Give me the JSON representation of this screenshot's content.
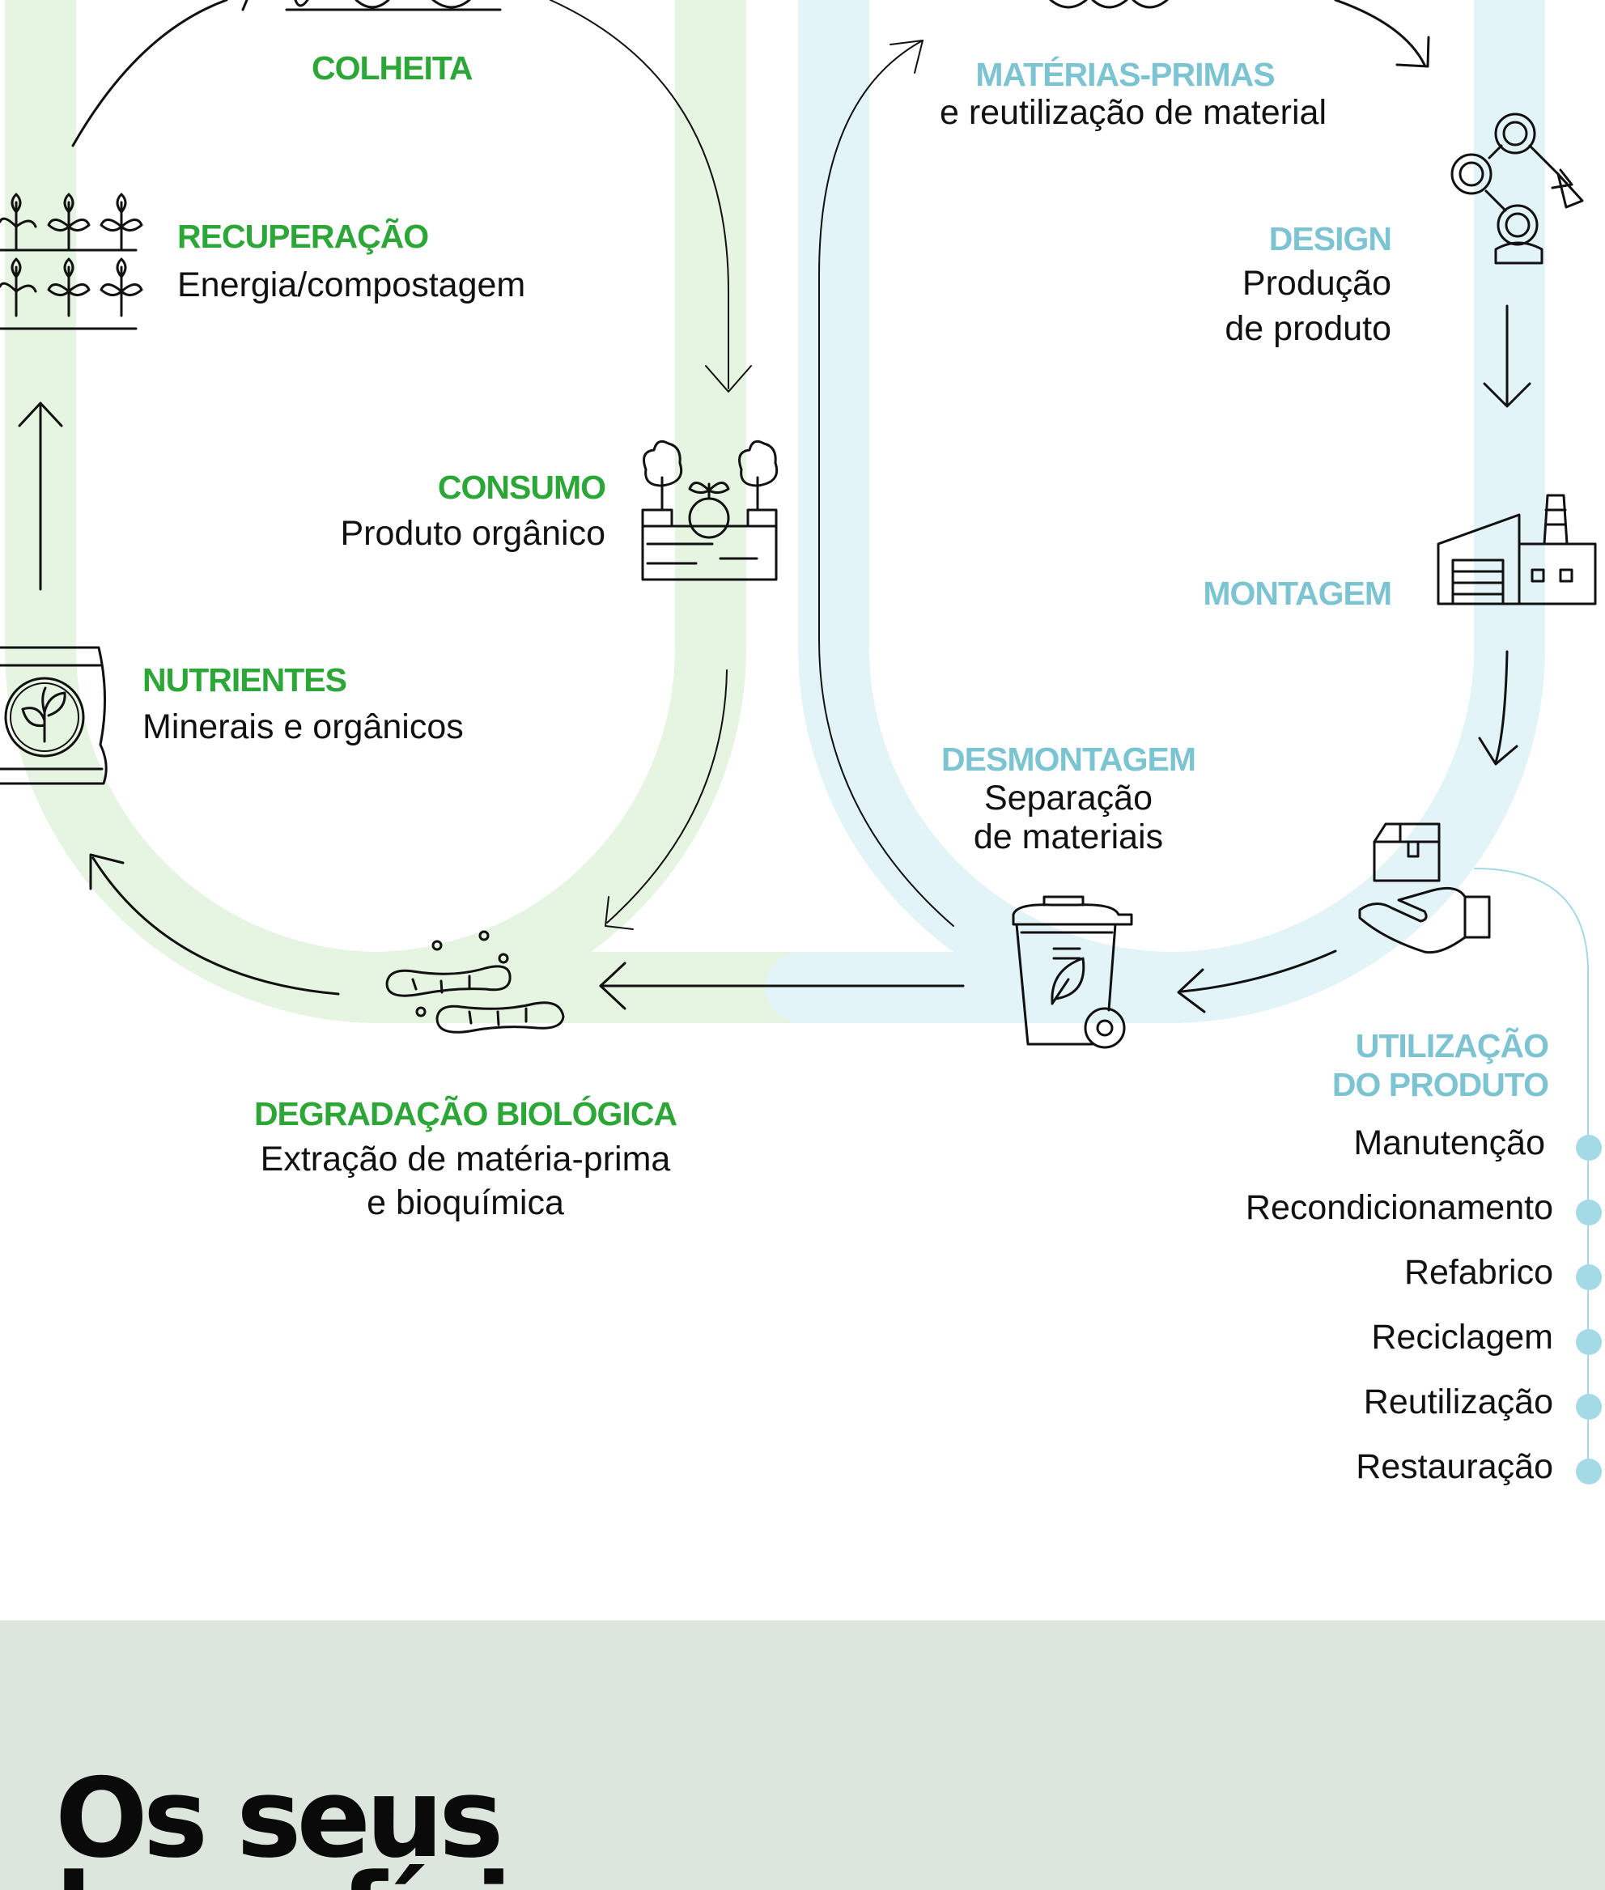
{
  "colors": {
    "bio_accent": "#2da638",
    "tech_accent": "#7cc4d2",
    "bio_track": "#e6f4e2",
    "tech_track": "#e2f4f8",
    "util_dot": "#a3dae6",
    "band_bg": "#dde6dd"
  },
  "biological_cycle": {
    "harvest": {
      "title": "COLHEITA"
    },
    "recovery": {
      "title": "RECUPERAÇÃO",
      "desc": "Energia/compostagem"
    },
    "consumption": {
      "title": "CONSUMO",
      "desc": "Produto orgânico"
    },
    "nutrients": {
      "title": "NUTRIENTES",
      "desc": "Minerais e orgânicos"
    },
    "degradation": {
      "title": "DEGRADAÇÃO BIOLÓGICA",
      "desc_line1": "Extração de matéria-prima",
      "desc_line2": "e bioquímica"
    }
  },
  "technical_cycle": {
    "raw_materials": {
      "title": "MATÉRIAS-PRIMAS",
      "desc": "e reutilização de material"
    },
    "design": {
      "title": "DESIGN",
      "desc_line1": "Produção",
      "desc_line2": "de produto"
    },
    "assembly": {
      "title": "MONTAGEM"
    },
    "disassembly": {
      "title": "DESMONTAGEM",
      "desc_line1": "Separação",
      "desc_line2": "de materiais"
    },
    "product_use": {
      "title_line1": "UTILIZAÇÃO",
      "title_line2": "DO PRODUTO",
      "options": [
        "Manutenção",
        "Recondicionamento",
        "Refabrico",
        "Reciclagem",
        "Reutilização",
        "Restauração"
      ]
    }
  },
  "icons": {
    "harvest": "harvest-vegetables-icon",
    "recovery": "plant-rows-icon",
    "consumption": "vegetable-crate-icon",
    "nutrients": "fertilizer-bag-icon",
    "degradation": "worms-icon",
    "raw_materials": "material-coils-icon",
    "design": "robotic-arm-icon",
    "assembly": "factory-icon",
    "disassembly": "recycle-bin-icon",
    "product_use": "hand-with-box-icon"
  },
  "bottom": {
    "title": "Os seus\nbenefícios"
  }
}
